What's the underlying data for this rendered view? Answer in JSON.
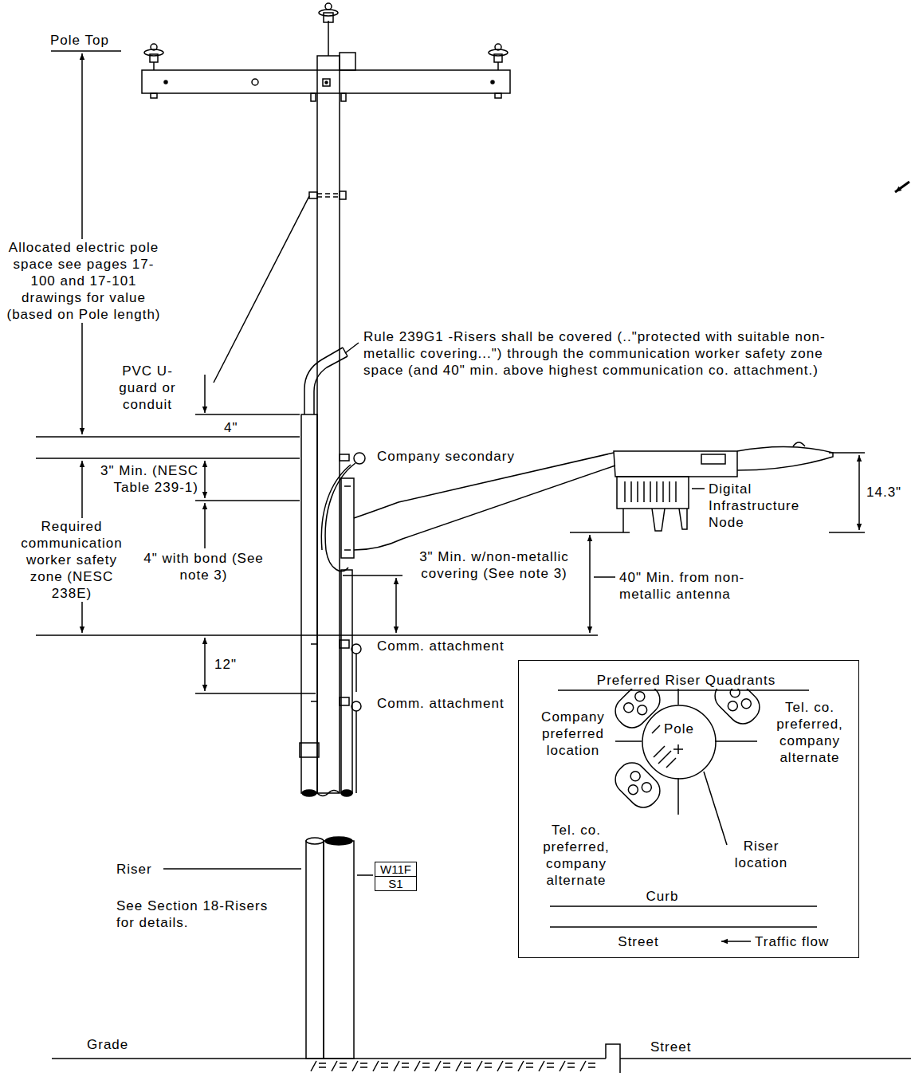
{
  "diagram": {
    "nodes": [
      {
        "text": [
          "Preferred Riser Quadrants",
          "Company preferred location",
          "Tel. co. preferred, company alternate",
          "Tel. co. preferred, company alternate",
          "Riser location",
          "Curb",
          "Street",
          "Traffic flow"
        ]
      },
      {
        "text": [
          "Pole"
        ],
        "in": 0
      },
      {
        "text": [
          "W11F",
          "S1"
        ]
      }
    ],
    "labels": [
      "Pole Top",
      "Allocated electric pole space see pages 17-100 and 17-101 drawings for value (based on Pole length)",
      "Rule 239G1 -Risers shall be covered (..\"protected with suitable non-metallic covering...\") through the communication worker safety zone space (and 40\" min. above highest communication co. attachment.)",
      "PVC U-guard or conduit",
      "4\"",
      "Company secondary",
      "3\" Min. (NESC Table 239-1)",
      "Required communication worker safety zone (NESC 238E)",
      "4\" with bond (See note 3)",
      "3\" Min. w/non-metallic covering (See note 3)",
      "Digital Infrastructure Node",
      "14.3\"",
      "40\" Min. from non-metallic antenna",
      "Comm. attachment",
      "12\"",
      "Comm. attachment",
      "Riser",
      "See Section 18-Risers for details.",
      "Grade",
      "Street"
    ]
  }
}
